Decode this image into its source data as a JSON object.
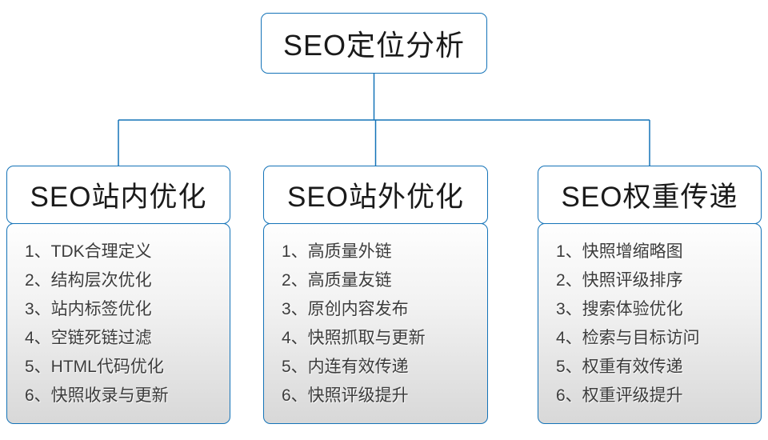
{
  "accent_color": "#1473b8",
  "root": {
    "title": "SEO定位分析"
  },
  "panels": [
    {
      "title": "SEO站内优化",
      "items": [
        "1、TDK合理定义",
        "2、结构层次优化",
        "3、站内标签优化",
        "4、空链死链过滤",
        "5、HTML代码优化",
        "6、快照收录与更新"
      ]
    },
    {
      "title": "SEO站外优化",
      "items": [
        "1、高质量外链",
        "2、高质量友链",
        "3、原创内容发布",
        "4、快照抓取与更新",
        "5、内连有效传递",
        "6、快照评级提升"
      ]
    },
    {
      "title": "SEO权重传递",
      "items": [
        "1、快照增缩略图",
        "2、快照评级排序",
        "3、搜索体验优化",
        "4、检索与目标访问",
        "5、权重有效传递",
        "6、权重评级提升"
      ]
    }
  ]
}
